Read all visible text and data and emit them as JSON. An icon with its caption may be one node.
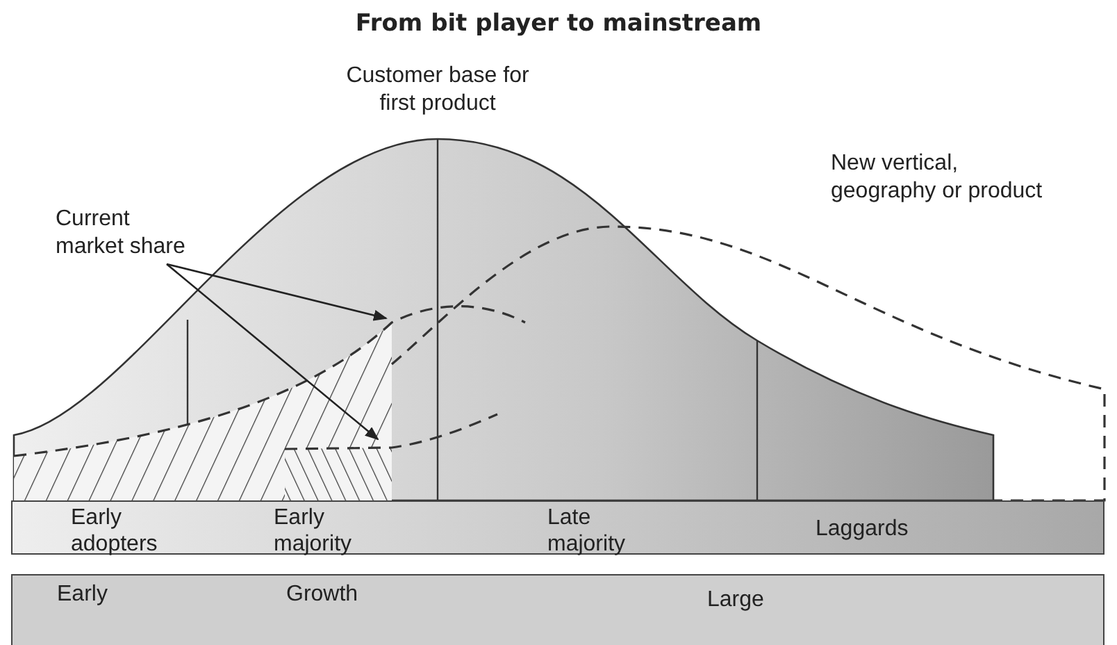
{
  "diagram": {
    "title": "From bit player to mainstream",
    "nodes": [
      {
        "text": [
          "Current market share"
        ]
      },
      {
        "text": [],
        "shape": "area"
      },
      {
        "text": [],
        "shape": "area",
        "in": 1
      },
      {
        "text": [
          "Early adopters",
          "Early majority",
          "Late majority",
          "Laggards"
        ]
      },
      {
        "text": [
          "Early",
          "Growth",
          "Large"
        ]
      }
    ],
    "edges": [
      {
        "from": 0,
        "to": 1,
        "arrow": "to"
      },
      {
        "from": 0,
        "to": 2,
        "arrow": "to"
      }
    ],
    "labels": [
      "Customer base for first product",
      "New vertical, geography or product"
    ]
  }
}
